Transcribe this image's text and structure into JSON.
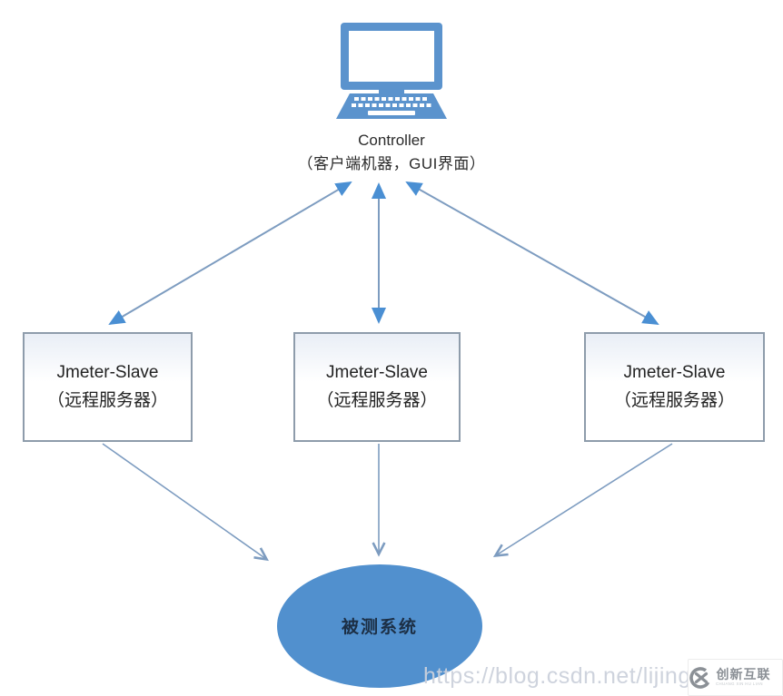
{
  "controller": {
    "title": "Controller",
    "subtitle": "（客户端机器，GUI界面）"
  },
  "slaves": [
    {
      "title": "Jmeter-Slave",
      "subtitle": "（远程服务器）"
    },
    {
      "title": "Jmeter-Slave",
      "subtitle": "（远程服务器）"
    },
    {
      "title": "Jmeter-Slave",
      "subtitle": "（远程服务器）"
    }
  ],
  "system": {
    "label": "被测系统"
  },
  "watermark": {
    "url_text": "https://blog.csdn.net/lijing7"
  },
  "logo": {
    "brand": "创新互联",
    "brand_sub": "CHUANG XIN HU LIAN"
  },
  "colors": {
    "node_blue": "#5b93cd",
    "ellipse_fill": "#5190ce",
    "line": "#7d9cc0",
    "arrowhead": "#4a8fd3",
    "box_border": "#8e9cab",
    "watermark_gray": "#cbd1db",
    "logo_gray": "#8b9096"
  },
  "diagram": {
    "nodes": [
      {
        "id": "controller",
        "type": "computer",
        "label": "Controller（客户端机器，GUI界面）"
      },
      {
        "id": "jmeter-slave-1",
        "type": "box",
        "label": "Jmeter-Slave（远程服务器）"
      },
      {
        "id": "jmeter-slave-2",
        "type": "box",
        "label": "Jmeter-Slave（远程服务器）"
      },
      {
        "id": "jmeter-slave-3",
        "type": "box",
        "label": "Jmeter-Slave（远程服务器）"
      },
      {
        "id": "system-under-test",
        "type": "ellipse",
        "label": "被测系统"
      }
    ],
    "edges": [
      {
        "from": "controller",
        "to": "jmeter-slave-1",
        "direction": "bidirectional"
      },
      {
        "from": "controller",
        "to": "jmeter-slave-2",
        "direction": "bidirectional"
      },
      {
        "from": "controller",
        "to": "jmeter-slave-3",
        "direction": "bidirectional"
      },
      {
        "from": "jmeter-slave-1",
        "to": "system-under-test",
        "direction": "one-way"
      },
      {
        "from": "jmeter-slave-2",
        "to": "system-under-test",
        "direction": "one-way"
      },
      {
        "from": "jmeter-slave-3",
        "to": "system-under-test",
        "direction": "one-way"
      }
    ]
  }
}
